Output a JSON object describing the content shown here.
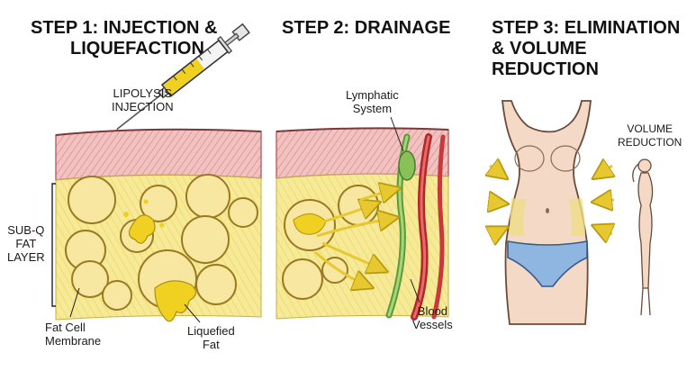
{
  "step1": {
    "title_line1": "STEP 1: INJECTION &",
    "title_line2": "LIQUEFACTION",
    "injection_label_line1": "LIPOLYSIS",
    "injection_label_line2": "INJECTION",
    "layer_label_line1": "SUB-Q",
    "layer_label_line2": "FAT",
    "layer_label_line3": "LAYER",
    "membrane_label_line1": "Fat Cell",
    "membrane_label_line2": "Membrane",
    "liquefied_label_line1": "Liquefied",
    "liquefied_label_line2": "Fat"
  },
  "step2": {
    "title": "STEP 2: DRAINAGE",
    "lymphatic_label_line1": "Lymphatic",
    "lymphatic_label_line2": "System",
    "vessels_label_line1": "Blood",
    "vessels_label_line2": "Vessels"
  },
  "step3": {
    "title_line1": "STEP 3: ELIMINATION",
    "title_line2": "& VOLUME REDUCTION",
    "volume_label_line1": "VOLUME",
    "volume_label_line2": "REDUCTION"
  },
  "colors": {
    "skin_pink": "#e8a8a8",
    "fat_yellow": "#f2e27a",
    "cell_outline": "#b08a2a",
    "liquid_fat": "#f0d020",
    "lymph_green": "#8ac05a",
    "blood_red": "#d03a3a",
    "arrow_yellow": "#e8c830",
    "briefs_blue": "#8fb6e0",
    "body_skin": "#f3d9c6"
  }
}
